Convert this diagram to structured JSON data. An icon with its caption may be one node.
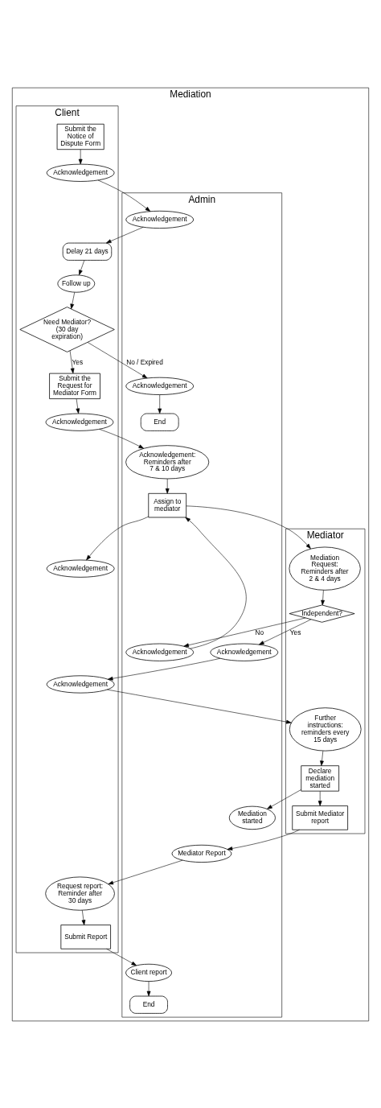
{
  "diagram": {
    "nodes": [
      {
        "text": [
          "Mediation"
        ]
      },
      {
        "text": [
          "Client"
        ],
        "in": 0
      },
      {
        "text": [
          "Admin"
        ],
        "in": 0
      },
      {
        "text": [
          "Mediator"
        ],
        "in": 0
      },
      {
        "text": [
          "Submit the Notice of Dispute Form"
        ],
        "in": 1
      },
      {
        "text": [
          "Acknowledgement"
        ],
        "in": 1
      },
      {
        "text": [
          "Acknowledgement"
        ],
        "in": 2
      },
      {
        "text": [
          "Delay 21 days"
        ],
        "in": 1
      },
      {
        "text": [
          "Follow up"
        ],
        "in": 1
      },
      {
        "text": [
          "Need Mediator? (30 day expiration)"
        ],
        "in": 1
      },
      {
        "text": [
          "Acknowledgement"
        ],
        "in": 2
      },
      {
        "text": [
          "End"
        ],
        "in": 2
      },
      {
        "text": [
          "Submit the Request for Mediator Form"
        ],
        "in": 1
      },
      {
        "text": [
          "Acknowledgement"
        ],
        "in": 1
      },
      {
        "text": [
          "Acknowledgement: Reminders after 7 & 10 days"
        ],
        "in": 2
      },
      {
        "text": [
          "Assign to mediator"
        ],
        "in": 2
      },
      {
        "text": [
          "Acknowledgement"
        ],
        "in": 1
      },
      {
        "text": [
          "Mediation Request: Reminders after 2 & 4 days"
        ],
        "in": 3
      },
      {
        "text": [
          "Independent?"
        ],
        "in": 3
      },
      {
        "text": [
          "Acknowledgement"
        ],
        "in": 2
      },
      {
        "text": [
          "Acknowledgement"
        ],
        "in": 1
      },
      {
        "text": [
          "Acknowledgement"
        ],
        "in": 2
      },
      {
        "text": [
          "Further instructions: reminders every 15 days"
        ],
        "in": 3
      },
      {
        "text": [
          "Declare mediation started"
        ],
        "in": 3
      },
      {
        "text": [
          "Mediation started"
        ],
        "in": 2
      },
      {
        "text": [
          "Submit Mediator report"
        ],
        "in": 3
      },
      {
        "text": [
          "Mediator Report"
        ],
        "in": 2
      },
      {
        "text": [
          "Request report: Reminder after 30 days"
        ],
        "in": 1
      },
      {
        "text": [
          "Submit Report"
        ],
        "in": 1
      },
      {
        "text": [
          "Client report"
        ],
        "in": 2
      },
      {
        "text": [
          "End"
        ],
        "in": 2
      }
    ],
    "edges": [
      {
        "from": 4,
        "to": 5,
        "arrow": "to"
      },
      {
        "from": 5,
        "to": 6,
        "arrow": "to"
      },
      {
        "from": 6,
        "to": 7,
        "arrow": "to"
      },
      {
        "from": 7,
        "to": 8,
        "arrow": "to"
      },
      {
        "from": 8,
        "to": 9,
        "arrow": "to"
      },
      {
        "from": 9,
        "to": 10,
        "arrow": "to",
        "label": "No / Expired"
      },
      {
        "from": 10,
        "to": 11,
        "arrow": "to"
      },
      {
        "from": 9,
        "to": 12,
        "arrow": "to",
        "label": "Yes"
      },
      {
        "from": 12,
        "to": 13,
        "arrow": "to"
      },
      {
        "from": 13,
        "to": 14,
        "arrow": "to"
      },
      {
        "from": 14,
        "to": 15,
        "arrow": "to"
      },
      {
        "from": 15,
        "to": 16,
        "arrow": "to"
      },
      {
        "from": 15,
        "to": 17,
        "arrow": "to"
      },
      {
        "from": 17,
        "to": 18,
        "arrow": "to"
      },
      {
        "from": 18,
        "to": 19,
        "arrow": "to",
        "label": "No"
      },
      {
        "from": 19,
        "to": 15,
        "arrow": "to"
      },
      {
        "from": 18,
        "to": 21,
        "arrow": "to",
        "label": "Yes"
      },
      {
        "from": 21,
        "to": 20,
        "arrow": "to"
      },
      {
        "from": 20,
        "to": 22,
        "arrow": "to"
      },
      {
        "from": 22,
        "to": 23,
        "arrow": "to"
      },
      {
        "from": 23,
        "to": 24,
        "arrow": "to"
      },
      {
        "from": 23,
        "to": 25,
        "arrow": "to"
      },
      {
        "from": 25,
        "to": 26,
        "arrow": "to"
      },
      {
        "from": 26,
        "to": 27,
        "arrow": "to"
      },
      {
        "from": 27,
        "to": 28,
        "arrow": "to"
      },
      {
        "from": 28,
        "to": 29,
        "arrow": "to"
      },
      {
        "from": 29,
        "to": 30,
        "arrow": "to"
      }
    ]
  }
}
